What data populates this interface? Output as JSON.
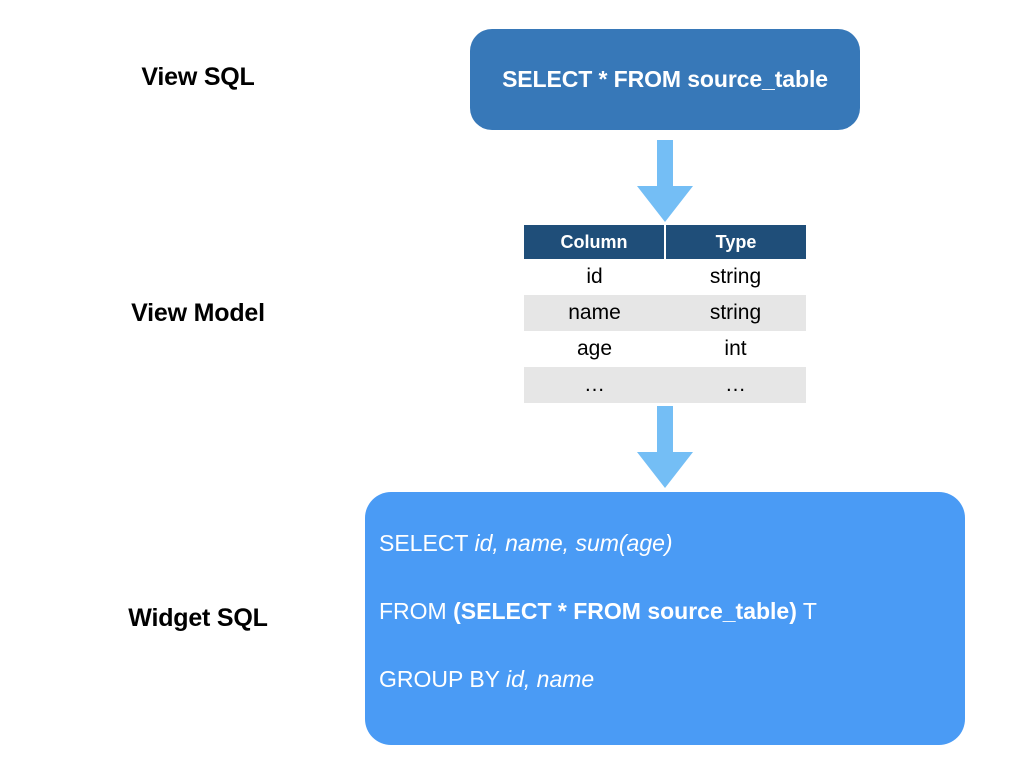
{
  "diagram": {
    "title_labels": {
      "view_sql": "View SQL",
      "view_model": "View Model",
      "widget_sql": "Widget SQL"
    },
    "view_sql_box": {
      "text": "SELECT * FROM source_table",
      "background": "#3778b8",
      "text_color": "#ffffff"
    },
    "arrows": {
      "color": "#74bef5",
      "direction": "down",
      "count": 2
    },
    "view_model_table": {
      "headers": [
        "Column",
        "Type"
      ],
      "header_background": "#1f4e79",
      "header_text_color": "#ffffff",
      "stripe_color": "#e6e6e6",
      "rows": [
        {
          "column": "id",
          "type": "string"
        },
        {
          "column": "name",
          "type": "string"
        },
        {
          "column": "age",
          "type": "int"
        },
        {
          "column": "…",
          "type": "…"
        }
      ]
    },
    "widget_sql_box": {
      "background": "#4a9bf5",
      "text_color": "#ffffff",
      "lines": [
        {
          "segments": [
            {
              "text": "SELECT ",
              "style": "normal"
            },
            {
              "text": "id, name, sum(age)",
              "style": "italic"
            }
          ]
        },
        {
          "segments": [
            {
              "text": "FROM ",
              "style": "normal"
            },
            {
              "text": "(SELECT * FROM source_table)",
              "style": "bold"
            },
            {
              "text": " T",
              "style": "normal"
            }
          ]
        },
        {
          "segments": [
            {
              "text": "GROUP BY ",
              "style": "normal"
            },
            {
              "text": "id, name",
              "style": "italic"
            }
          ]
        }
      ]
    }
  }
}
